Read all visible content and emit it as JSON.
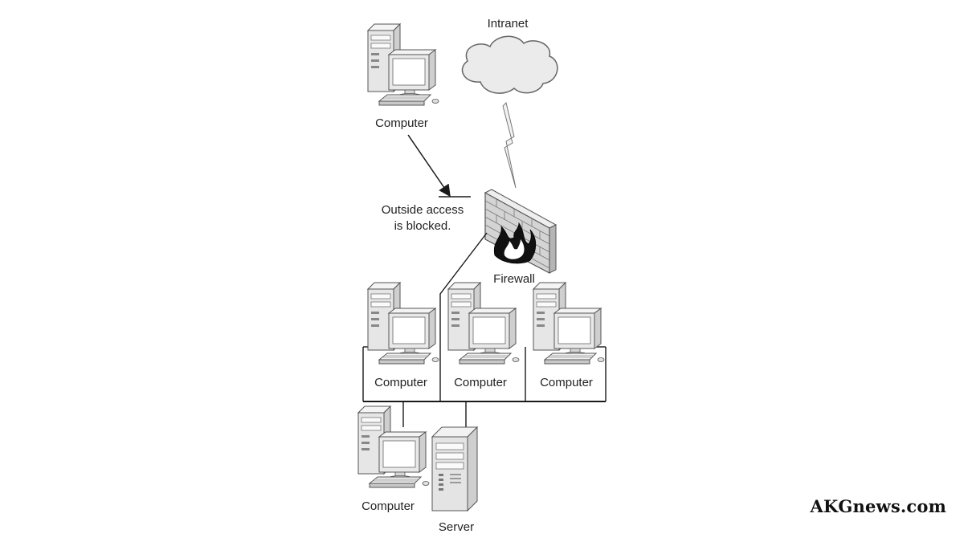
{
  "cloud": {
    "label": "Intranet"
  },
  "annotation": {
    "line1": "Outside access",
    "line2": "is blocked."
  },
  "firewall": {
    "label": "Firewall"
  },
  "computer_label": "Computer",
  "server": {
    "label": "Server"
  },
  "watermark": "AKGnews.com",
  "colors": {
    "line": "#1a1a1a",
    "device_fill": "#ececec",
    "device_stroke": "#555555",
    "screen": "#ffffff",
    "brick": "#d4d4d4",
    "flame": "#111111"
  }
}
